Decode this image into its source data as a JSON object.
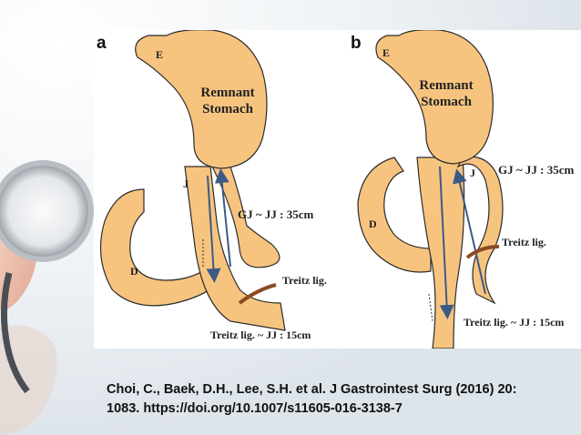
{
  "slide": {
    "colors": {
      "organ_fill": "#f7c47f",
      "organ_stroke": "#2b2b2b",
      "arrow": "#3c5a86",
      "ligament": "#8a4a22",
      "background_tint": "#e8eef2"
    }
  },
  "diagram": {
    "panel_a": {
      "letter": "a",
      "esophagus_label": "E",
      "stomach_line1": "Remnant",
      "stomach_line2": "Stomach",
      "jejunum_label": "J",
      "duodenum_label": "D",
      "gj_jj": "GJ ~ JJ : 35cm",
      "treitz": "Treitz lig.",
      "treitz_jj": "Treitz lig. ~ JJ : 15cm"
    },
    "panel_b": {
      "letter": "b",
      "esophagus_label": "E",
      "stomach_line1": "Remnant",
      "stomach_line2": "Stomach",
      "jejunum_label": "J",
      "duodenum_label": "D",
      "gj_jj": "GJ ~ JJ : 35cm",
      "treitz": "Treitz lig.",
      "treitz_jj": "Treitz lig. ~ JJ : 15cm"
    }
  },
  "citation": {
    "line1": "Choi, C., Baek, D.H., Lee, S.H. et al. J Gastrointest Surg (2016) 20:",
    "line2": "1083. https://doi.org/10.1007/s11605-016-3138-7"
  }
}
